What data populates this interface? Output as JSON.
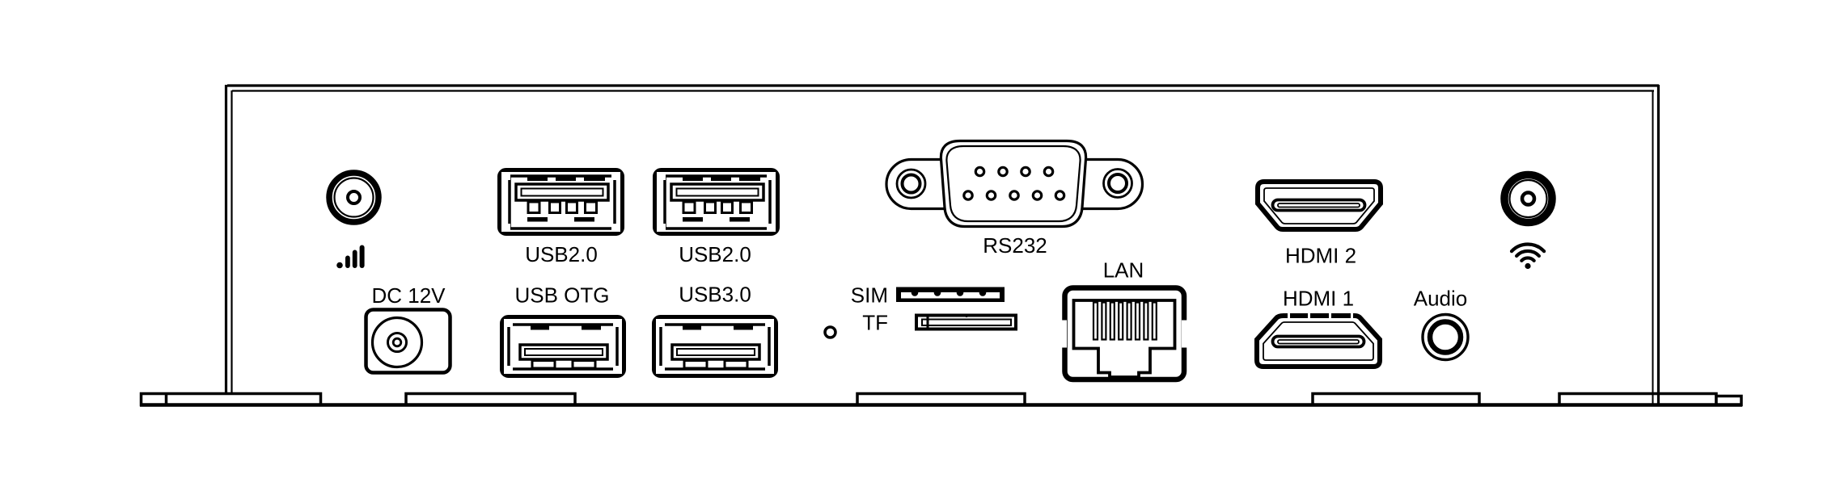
{
  "panel": {
    "description": "Front panel line diagram of an embedded mini PC / media player box",
    "background_color": "#ffffff",
    "line_color": "#000000",
    "labels": {
      "dc_power": "DC 12V",
      "usb2_a": "USB2.0",
      "usb2_b": "USB2.0",
      "usb_otg": "USB OTG",
      "usb3": "USB3.0",
      "sim": "SIM",
      "tf": "TF",
      "rs232": "RS232",
      "lan": "LAN",
      "hdmi2": "HDMI 2",
      "hdmi1": "HDMI 1",
      "audio": "Audio"
    },
    "icons": {
      "cellular": "cellular-signal-bars-icon",
      "wifi": "wifi-icon"
    }
  }
}
